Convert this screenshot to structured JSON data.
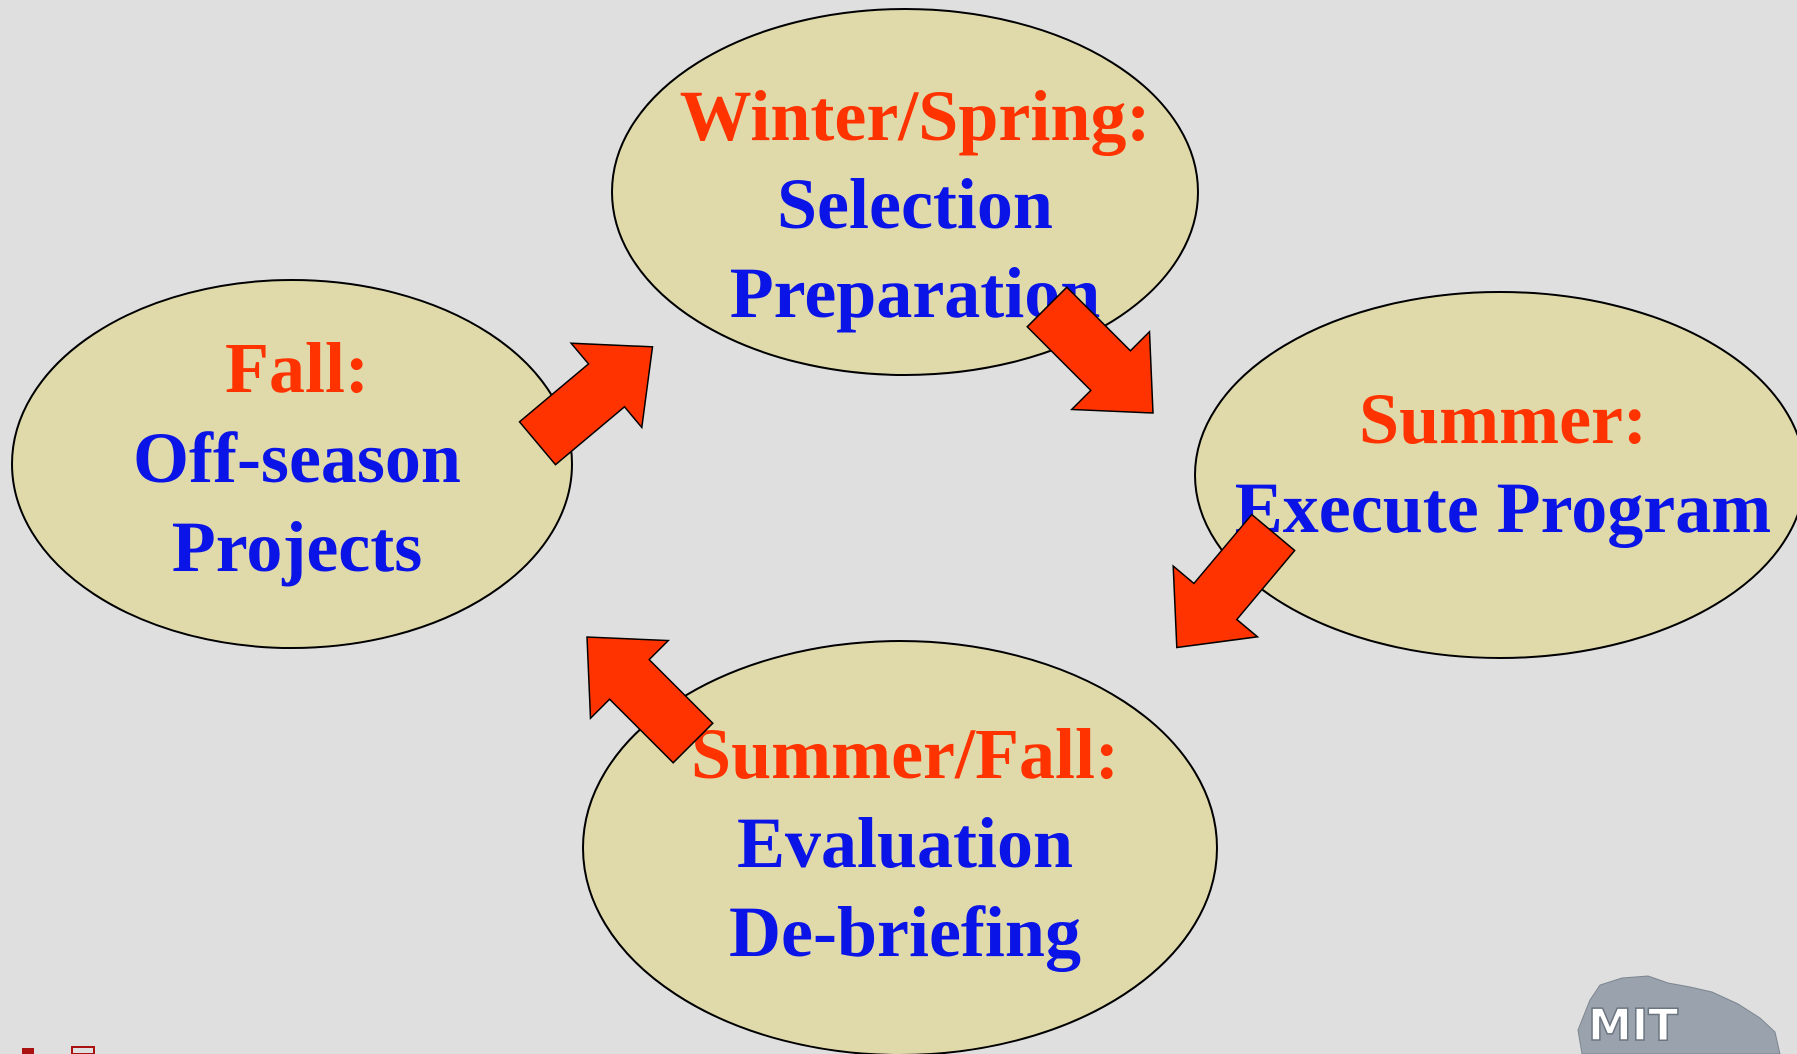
{
  "colors": {
    "background": "#dfdfdf",
    "ellipse_fill": "#e0daab",
    "ellipse_stroke": "#000000",
    "season_text": "#ff3300",
    "activity_text": "#0a14e6",
    "arrow_fill": "#ff3300",
    "logo_fill": "#9aa3ad",
    "logo_text": "#ffffff"
  },
  "nodes": {
    "winter_spring": {
      "season": "Winter/Spring:",
      "line1": "Selection",
      "line2": "Preparation"
    },
    "summer": {
      "season": "Summer:",
      "line1": "Execute Program"
    },
    "summer_fall": {
      "season": "Summer/Fall:",
      "line1": "Evaluation",
      "line2": "De-briefing"
    },
    "fall": {
      "season": "Fall:",
      "line1": "Off-season",
      "line2": "Projects"
    }
  },
  "arrows": [
    {
      "name": "arrow-fall-to-winter",
      "direction": "up-right"
    },
    {
      "name": "arrow-winter-to-summer",
      "direction": "down-right"
    },
    {
      "name": "arrow-summer-to-summer-fall",
      "direction": "down-left"
    },
    {
      "name": "arrow-summer-fall-to-fall",
      "direction": "up-left"
    }
  ],
  "logo": {
    "text": "MIT",
    "icon": "africa-map-icon"
  }
}
